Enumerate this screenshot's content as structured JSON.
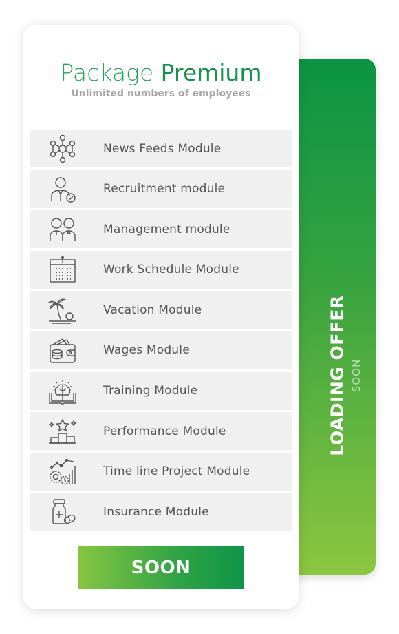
{
  "package": {
    "title_light": "Package",
    "title_bold": "Premium",
    "subtitle": "Unlimited numbers of employees"
  },
  "modules": [
    {
      "label": "News Feeds Module",
      "icon": "network-icon"
    },
    {
      "label": "Recruitment module",
      "icon": "recruiter-check-icon"
    },
    {
      "label": "Management module",
      "icon": "team-people-icon"
    },
    {
      "label": "Work Schedule Module",
      "icon": "calendar-icon"
    },
    {
      "label": "Vacation Module",
      "icon": "palm-beach-icon"
    },
    {
      "label": "Wages Module",
      "icon": "wallet-money-icon"
    },
    {
      "label": "Training Module",
      "icon": "brain-book-icon"
    },
    {
      "label": "Performance Module",
      "icon": "podium-star-icon"
    },
    {
      "label": "Time line Project Module",
      "icon": "gears-chart-icon"
    },
    {
      "label": "Insurance Module",
      "icon": "medicine-icon"
    }
  ],
  "button": {
    "label": "SOON"
  },
  "side_tab": {
    "title": "LOADING OFFER",
    "subtitle": "SOON"
  },
  "colors": {
    "accent": "#1f9c52",
    "gradient_start": "#8cc63f",
    "gradient_end": "#0a9444"
  }
}
